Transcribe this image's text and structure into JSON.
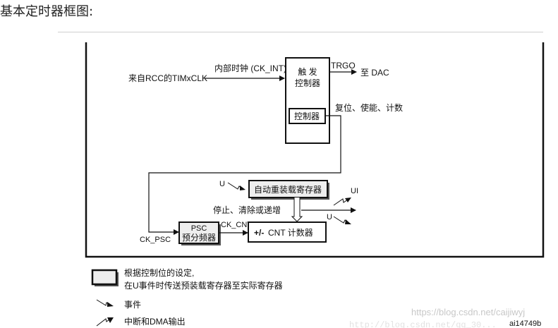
{
  "heading": "基本定时器框图:",
  "diagram": {
    "input_label": "来自RCC的TIMxCLK",
    "ck_int_label": "内部时钟 (CK_INT)",
    "trigger_controller": {
      "line1": "触 发",
      "line2": "控制器"
    },
    "inner_controller": "控制器",
    "trgo_label": "TRGO",
    "dac_label": "至 DAC",
    "reset_label": "复位、使能、计数",
    "reload_register": "自动重装载寄存器",
    "u_event_label": "U",
    "ui_label": "UI",
    "u_out_label": "U",
    "stop_label": "停止、清除或递增",
    "psc_box": {
      "line1": "PSC",
      "line2": "预分频器"
    },
    "ck_psc_label": "CK_PSC",
    "ck_cnt_label": "CK_CNT",
    "cnt_box": {
      "sign": "+/-",
      "label": "CNT 计数器"
    }
  },
  "legend": {
    "preload_line1": "根据控制位的设定,",
    "preload_line2": "在U事件时传送预装载寄存器至实际寄存器",
    "event": "事件",
    "interrupt": "中断和DMA输出"
  },
  "figure_id": "ai14749b",
  "watermark": "https://blog.csdn.net/caijiwyj",
  "watermark2": "http://blog.csdn.net/qq_30..."
}
